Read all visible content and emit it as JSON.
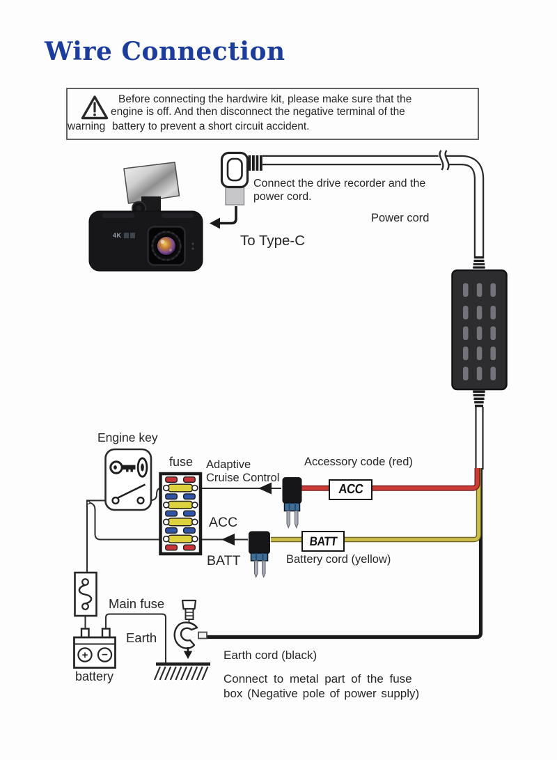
{
  "page": {
    "title": "Wire Connection",
    "title_color": "#1d3d9d"
  },
  "warning": {
    "icon": "warning-triangle",
    "label": "warning",
    "line1": "Before connecting the hardwire kit, please make sure that the",
    "line2": "engine is off. And then disconnect the negative terminal of the",
    "line3": "battery to prevent a short circuit accident."
  },
  "recorder": {
    "badge": "4K",
    "connect_line1": "Connect the drive recorder and the",
    "connect_line2": "power cord.",
    "type_c_label": "To Type-C",
    "power_cord_label": "Power cord"
  },
  "fuse_area": {
    "engine_key_label": "Engine key",
    "fuse_label": "fuse",
    "adaptive_line1": "Adaptive",
    "adaptive_line2": "Cruise Control",
    "acc_row_label": "ACC",
    "batt_row_label": "BATT",
    "colors": {
      "red_fuse": "#c93438",
      "yellow_fuse": "#ddd23e",
      "blue_fuse": "#2f55a4"
    }
  },
  "wires": {
    "acc_tag": "ACC",
    "acc_desc": "Accessory code (red)",
    "acc_color": "#cb3c36",
    "batt_tag": "BATT",
    "batt_desc": "Battery cord (yellow)",
    "batt_color": "#cfc04b",
    "earth_color": "#1a1a1a",
    "earth_desc": "Earth cord (black)",
    "earth_note1": "Connect to metal part of the fuse",
    "earth_note2": "box (Negative pole of power supply)"
  },
  "power_circuit": {
    "main_fuse_label": "Main fuse",
    "earth_label": "Earth",
    "battery_label": "battery",
    "plus": "+",
    "minus": "−"
  }
}
